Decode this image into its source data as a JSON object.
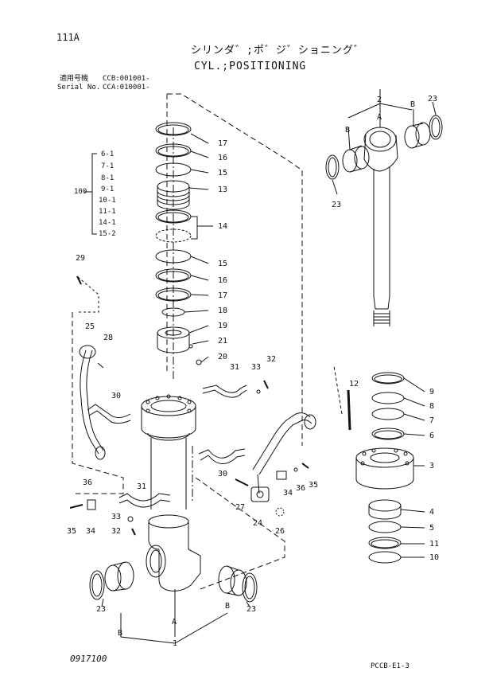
{
  "page_id": "111A",
  "title_jp": "シリンダ゛;ポ゛ジ゛ショニング゛",
  "title_en": "CYL.;POSITIONING",
  "applicable": {
    "label_jp": "適用号機",
    "label_en": "Serial No.",
    "value_1": "CCB:001001-",
    "value_2": "CCA:010001-"
  },
  "kit": {
    "number": "100",
    "items": [
      "6-1",
      "7-1",
      "8-1",
      "9-1",
      "10-1",
      "11-1",
      "14-1",
      "15-2"
    ]
  },
  "callouts": {
    "c1": "1",
    "c2": "2",
    "c3": "3",
    "c4": "4",
    "c5": "5",
    "c6": "6",
    "c7": "7",
    "c8": "8",
    "c9": "9",
    "c10": "10",
    "c11": "11",
    "c12": "12",
    "c13": "13",
    "c14": "14",
    "c15a": "15",
    "c15b": "15",
    "c16a": "16",
    "c16b": "16",
    "c17a": "17",
    "c17b": "17",
    "c18": "18",
    "c19": "19",
    "c20": "20",
    "c21": "21",
    "c23a": "23",
    "c23b": "23",
    "c23c": "23",
    "c23d": "23",
    "c24": "24",
    "c25": "25",
    "c26": "26",
    "c27": "27",
    "c28": "28",
    "c29": "29",
    "c30a": "30",
    "c30b": "30",
    "c31a": "31",
    "c31b": "31",
    "c32a": "32",
    "c32b": "32",
    "c33a": "33",
    "c33b": "33",
    "c34a": "34",
    "c34b": "34",
    "c35a": "35",
    "c35b": "35",
    "c36a": "36",
    "c36b": "36",
    "A1": "A",
    "A2": "A",
    "B1": "B",
    "B2": "B",
    "B3": "B",
    "B4": "B"
  },
  "footer": {
    "date_code": "0917100",
    "page_code": "PCCB-E1-3"
  }
}
